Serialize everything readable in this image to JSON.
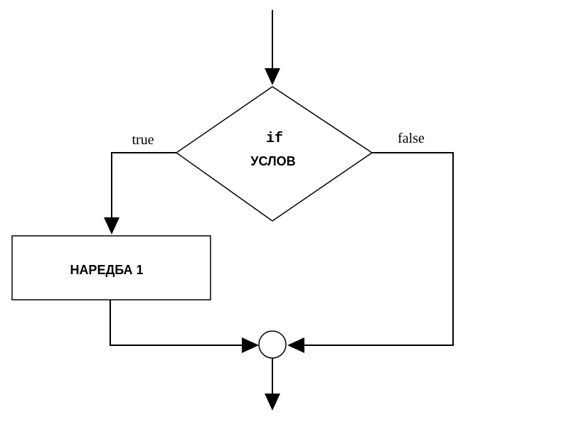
{
  "diagram": {
    "decision": {
      "keyword": "if",
      "condition": "УСЛОВ"
    },
    "branch_true_label": "true",
    "branch_false_label": "false",
    "process": {
      "label": "НАРЕДБА 1"
    }
  }
}
